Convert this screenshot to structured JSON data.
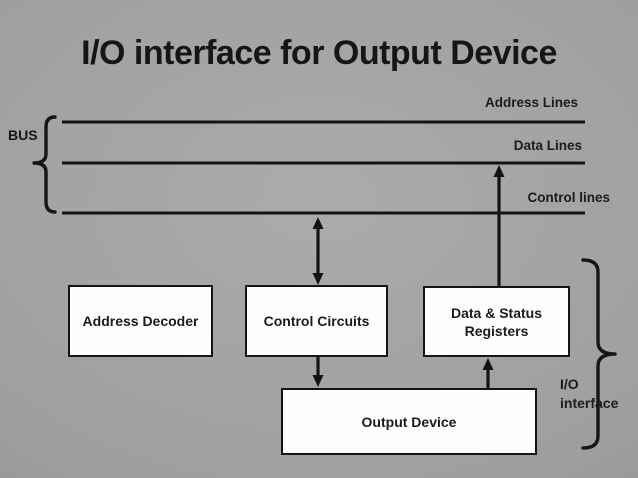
{
  "title": "I/O interface for Output Device",
  "bus": {
    "label": "BUS",
    "lines": [
      {
        "label": "Address Lines"
      },
      {
        "label": "Data Lines"
      },
      {
        "label": "Control lines"
      }
    ]
  },
  "blocks": {
    "address_decoder": {
      "label": "Address Decoder"
    },
    "control_circuits": {
      "label": "Control Circuits"
    },
    "data_status_registers": {
      "label": "Data & Status Registers"
    },
    "output_device": {
      "label": "Output Device"
    }
  },
  "annotations": {
    "io_interface": "I/O interface"
  },
  "colors": {
    "ink": "#141414",
    "box_fill": "#fefefe",
    "background_center": "#ababab",
    "background_edge": "#7f7f7f",
    "text": "#1c1c1c"
  }
}
